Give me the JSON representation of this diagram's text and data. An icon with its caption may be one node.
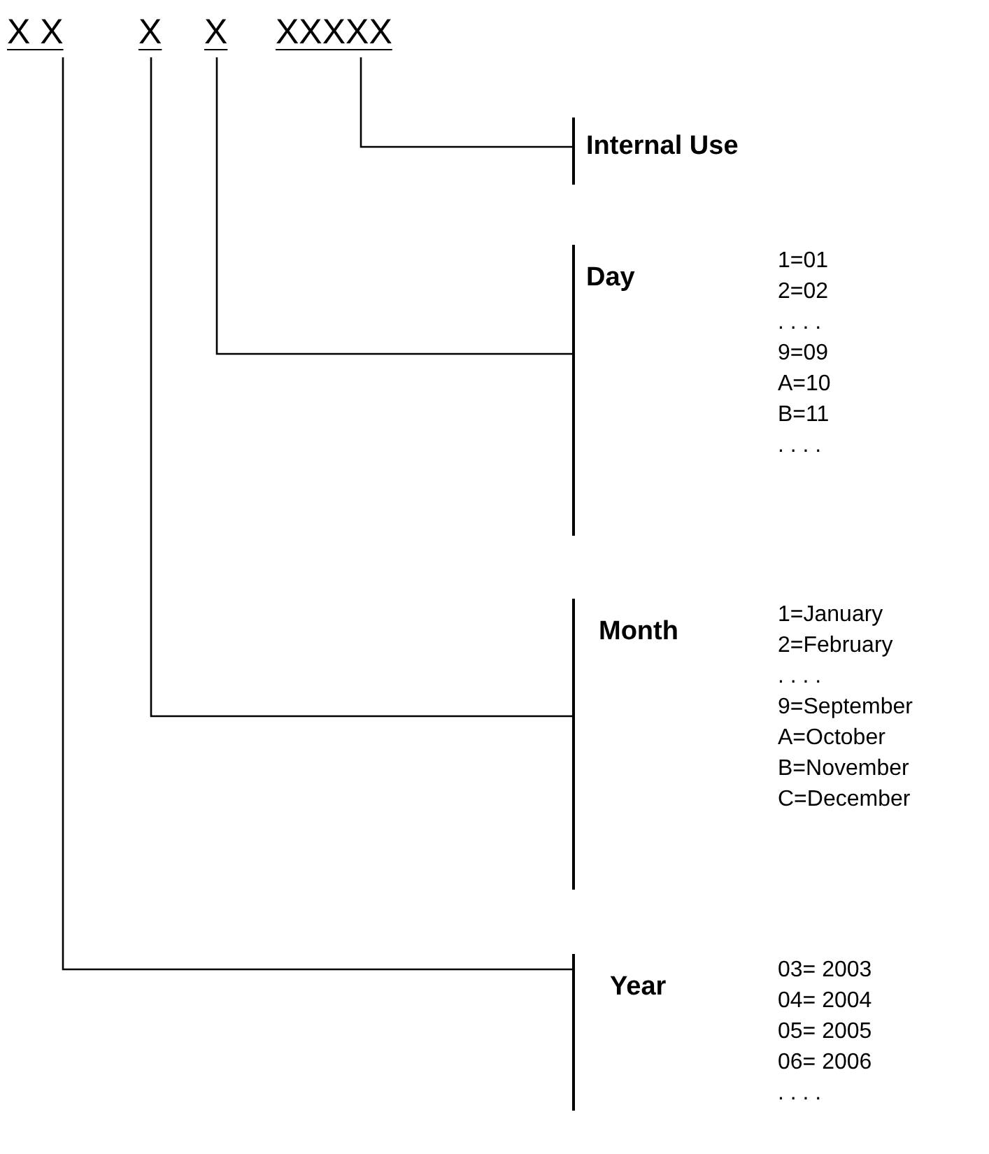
{
  "diagram": {
    "nodes": [
      {
        "text": [
          "X X"
        ]
      },
      {
        "text": [
          "X"
        ]
      },
      {
        "text": [
          "X"
        ]
      },
      {
        "text": [
          "XXXXX"
        ]
      },
      {
        "text": [
          "Internal Use"
        ]
      },
      {
        "text": [
          "Day",
          "1=01",
          "2=02",
          ". . . .",
          "9=09",
          "A=10",
          "B=11",
          ". . . ."
        ]
      },
      {
        "text": [
          "Month",
          "1=January",
          "2=February",
          ". . . .",
          "9=September",
          "A=October",
          "B=November",
          "C=December"
        ]
      },
      {
        "text": [
          "Year",
          "03= 2003",
          "04= 2004",
          "05= 2005",
          "06= 2006",
          ". . . ."
        ]
      }
    ],
    "edges": [
      {
        "from": 3,
        "to": 4,
        "arrow": "none"
      },
      {
        "from": 2,
        "to": 5,
        "arrow": "none"
      },
      {
        "from": 1,
        "to": 6,
        "arrow": "none"
      },
      {
        "from": 0,
        "to": 7,
        "arrow": "none"
      }
    ]
  }
}
